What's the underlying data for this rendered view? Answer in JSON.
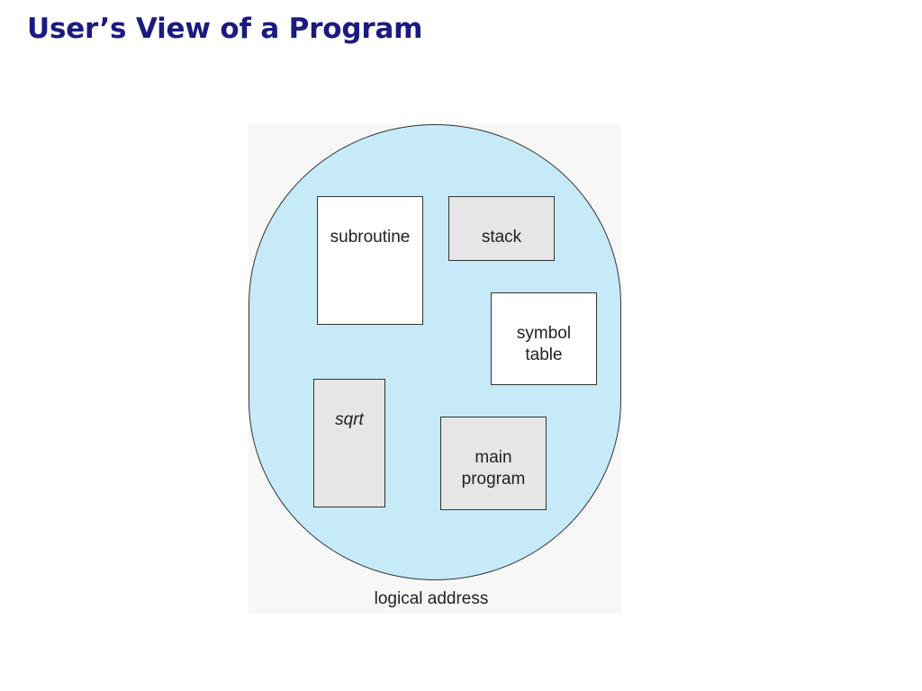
{
  "slide": {
    "title": "User’s View of a Program"
  },
  "diagram": {
    "segments": {
      "subroutine": "subroutine",
      "stack": "stack",
      "symbol_table": "symbol\ntable",
      "sqrt": "sqrt",
      "main_program": "main\nprogram"
    },
    "caption": "logical address",
    "colors": {
      "oval_fill": "#c7eaf9",
      "white_box": "#ffffff",
      "gray_box": "#e6e6e6",
      "title": "#1a1a80"
    }
  }
}
